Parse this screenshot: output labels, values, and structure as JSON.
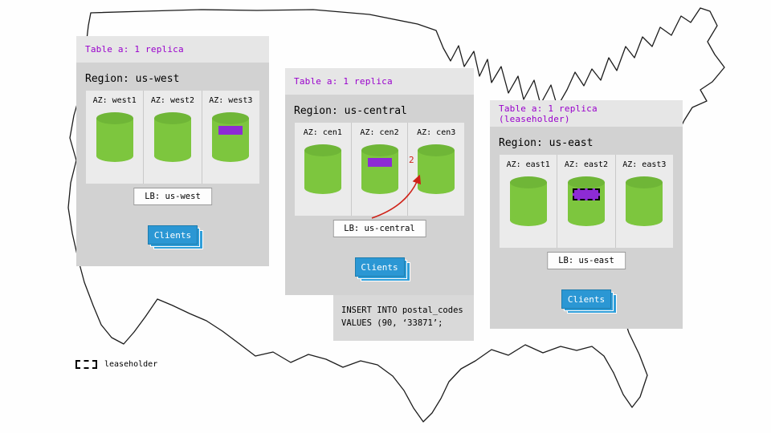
{
  "regions": [
    {
      "table_label": "Table a: 1 replica",
      "region_label": "Region: us-west",
      "azs": [
        {
          "label": "AZ: west1",
          "replica": false,
          "leaseholder": false
        },
        {
          "label": "AZ: west2",
          "replica": false,
          "leaseholder": false
        },
        {
          "label": "AZ: west3",
          "replica": true,
          "leaseholder": false
        }
      ],
      "lb_label": "LB: us-west",
      "clients_label": "Clients"
    },
    {
      "table_label": "Table a: 1 replica",
      "region_label": "Region: us-central",
      "azs": [
        {
          "label": "AZ: cen1",
          "replica": false,
          "leaseholder": false
        },
        {
          "label": "AZ: cen2",
          "replica": true,
          "leaseholder": false
        },
        {
          "label": "AZ: cen3",
          "replica": false,
          "leaseholder": false
        }
      ],
      "lb_label": "LB: us-central",
      "clients_label": "Clients"
    },
    {
      "table_label": "Table a: 1 replica (leaseholder)",
      "region_label": "Region: us-east",
      "azs": [
        {
          "label": "AZ: east1",
          "replica": false,
          "leaseholder": false
        },
        {
          "label": "AZ: east2",
          "replica": true,
          "leaseholder": true
        },
        {
          "label": "AZ: east3",
          "replica": false,
          "leaseholder": false
        }
      ],
      "lb_label": "LB: us-east",
      "clients_label": "Clients"
    }
  ],
  "annotations": {
    "arrow_label": "2",
    "sql_line1": "INSERT INTO postal_codes",
    "sql_line2": "VALUES (90, ‘33871’;",
    "legend_label": "leaseholder"
  },
  "colors": {
    "table_label_purple": "#9900cc",
    "cylinder_green": "#7dc63e",
    "replica_purple": "#8d2bd4",
    "clients_blue": "#2b97d4",
    "arrow_red": "#cf2218",
    "panel_gray": "#d2d2d2"
  }
}
